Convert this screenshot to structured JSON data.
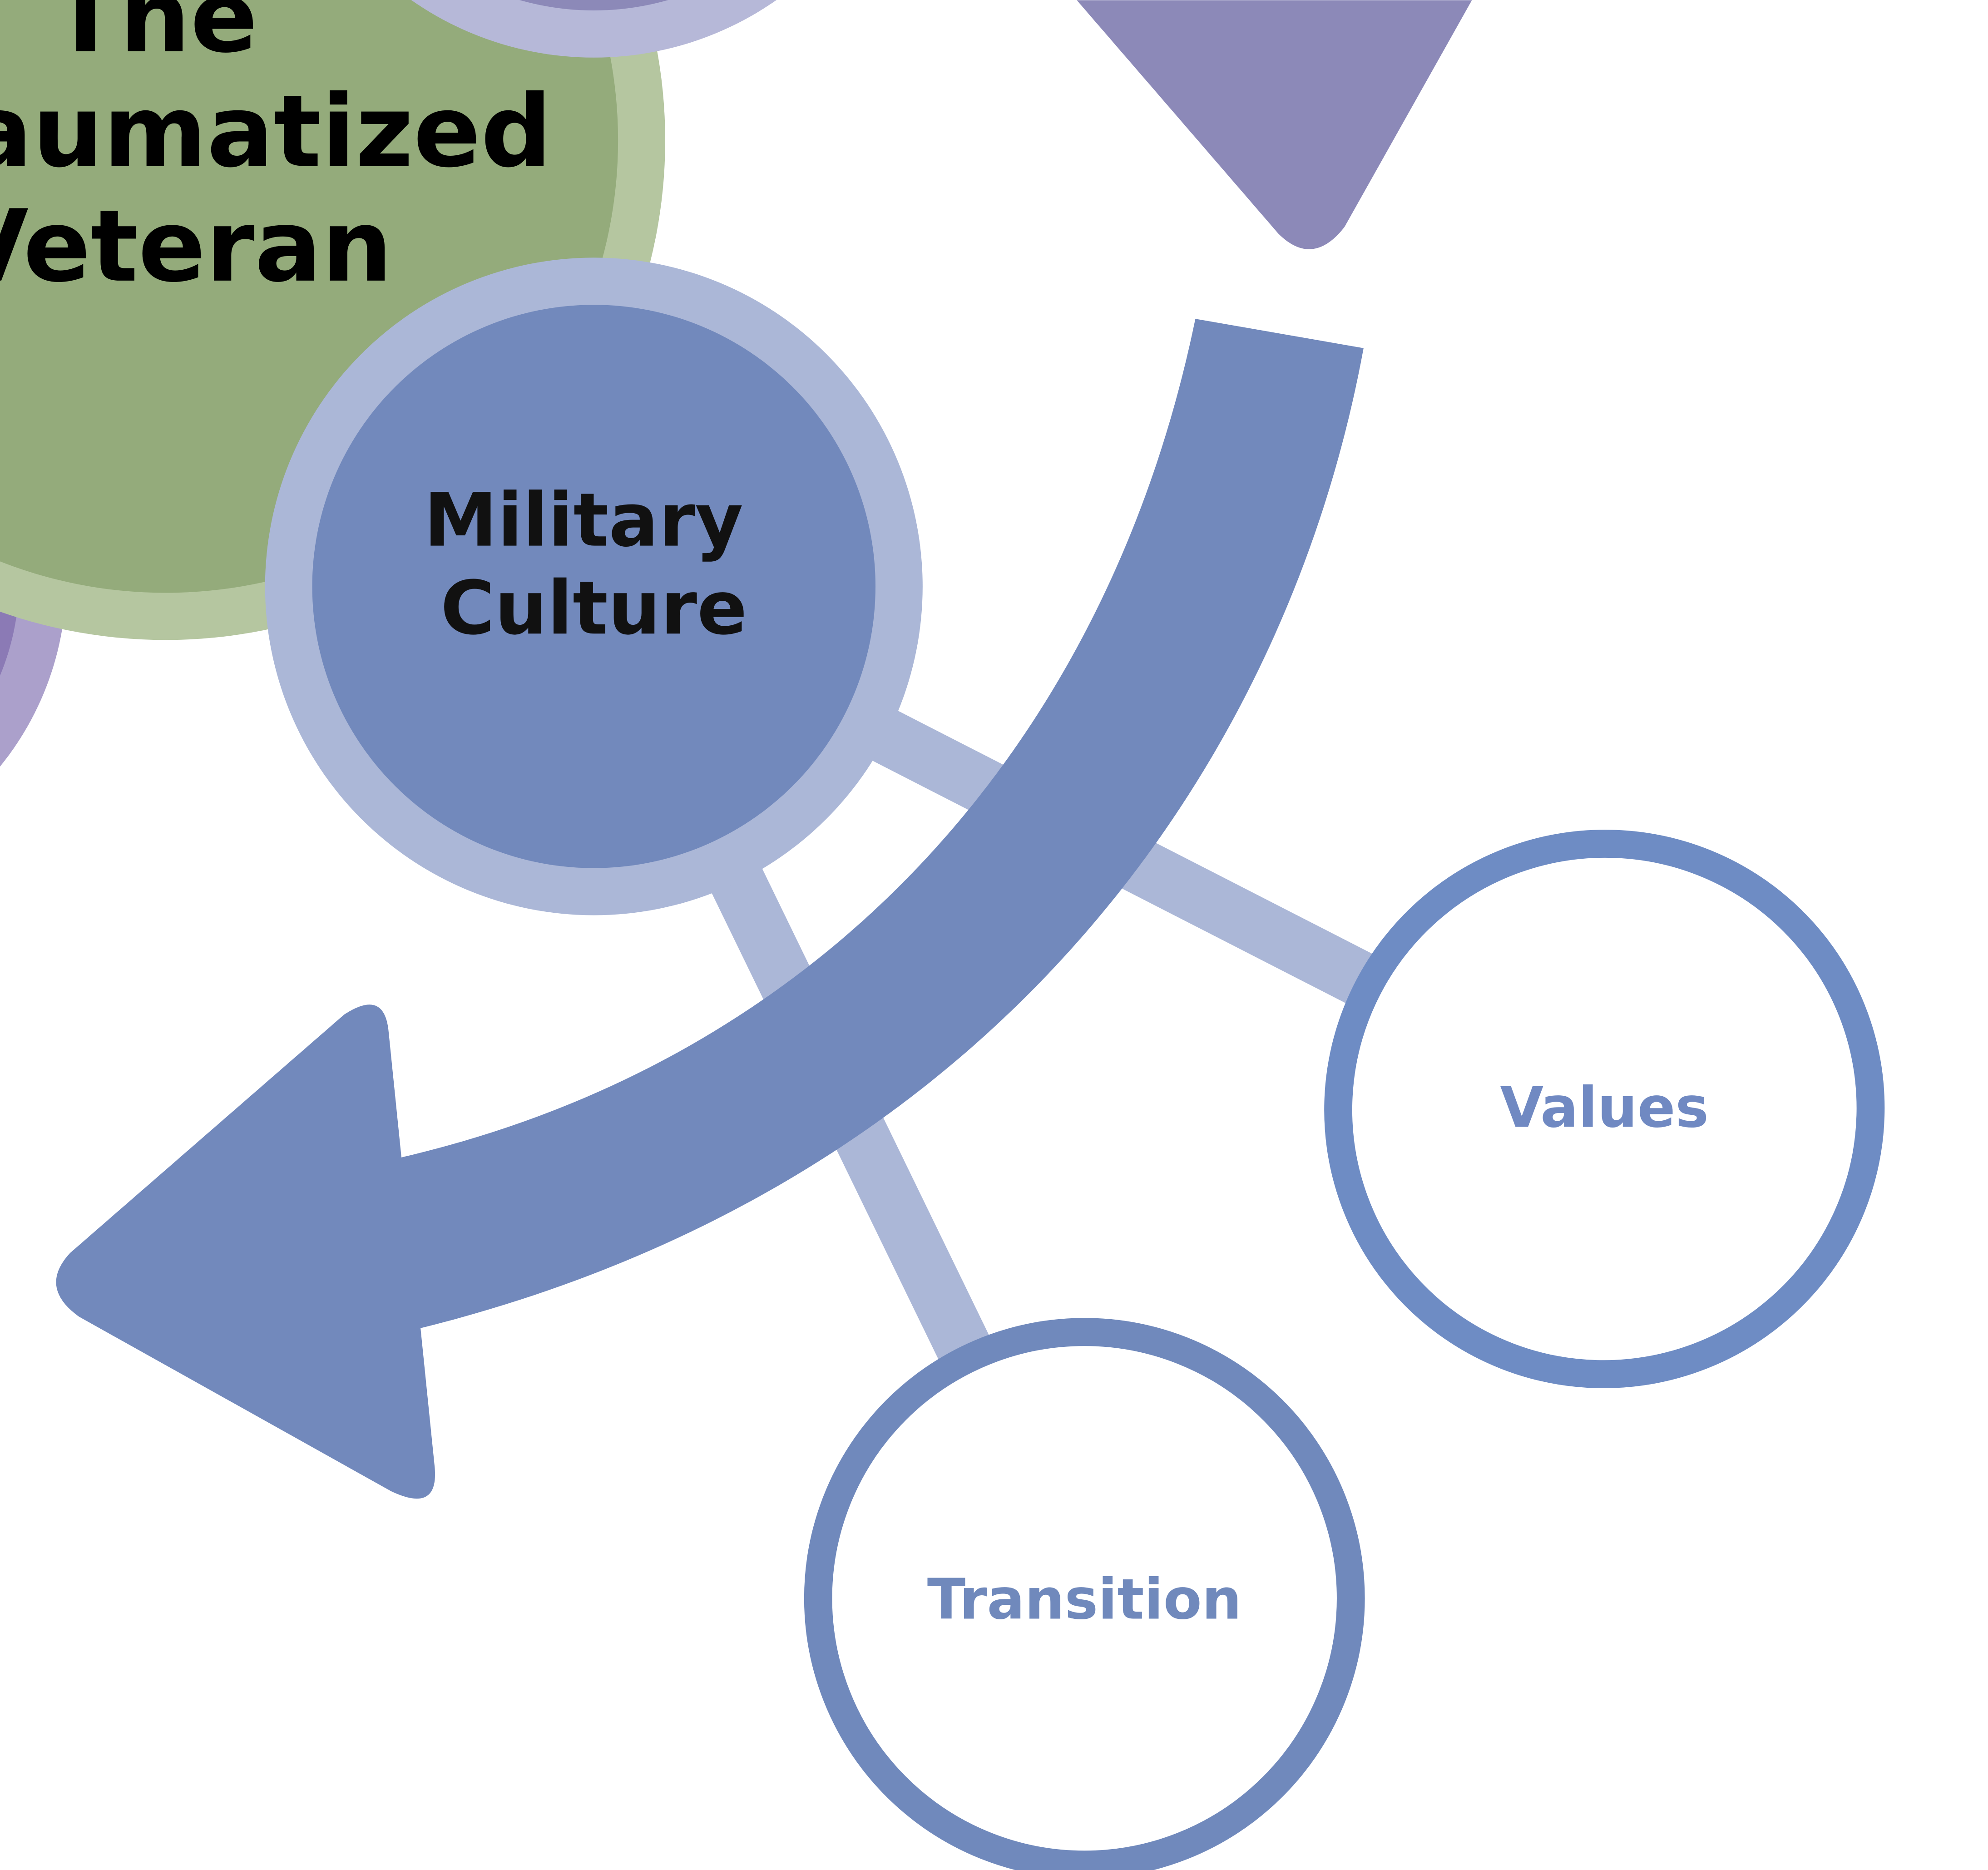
{
  "nodes": {
    "center": {
      "line1": "The",
      "line2": "Traumatized",
      "line3": "Veteran"
    },
    "military_culture": {
      "line1": "Military",
      "line2": "Culture"
    },
    "values": {
      "label": "Values"
    },
    "transition": {
      "label": "Transition"
    }
  },
  "colors": {
    "green_ring": "#b5c6a0",
    "green_fill": "#94ab7b",
    "purple_ring": "#b6b8d8",
    "purple_fill": "#8c89b8",
    "lavender_ring": "#aba0cb",
    "lavender_fill": "#8b7ab5",
    "blue_ring": "#abb7d7",
    "blue_fill": "#7289bc",
    "outline_blue": "#6e8cc4"
  }
}
